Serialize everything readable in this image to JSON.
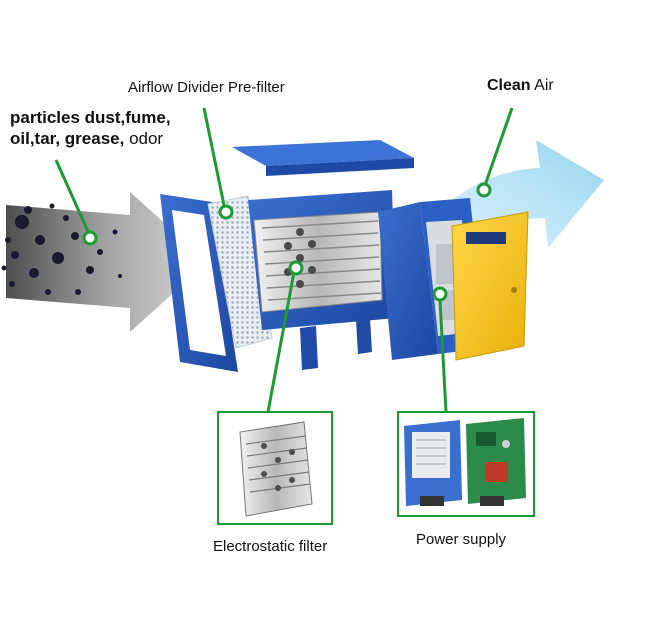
{
  "labels": {
    "pollutants_line1": "particles dust,fume,",
    "pollutants_line2_bold": "oil,tar, grease,",
    "pollutants_line2_regular": " odor",
    "airflow_divider": "Airflow Divider Pre-filter",
    "clean_bold": "Clean",
    "clean_regular": " Air",
    "electrostatic_filter": "Electrostatic filter",
    "power_supply": "Power supply"
  },
  "colors": {
    "callout_green": "#1e9a35",
    "housing_blue": "#2457b8",
    "panel_yellow": "#f2c21a",
    "dirty_arrow": "#8a8a8a",
    "clean_arrow": "#a8dcf2"
  },
  "icons": {
    "dirty_air": "dirty-air-arrow",
    "clean_air": "clean-air-arrow"
  }
}
